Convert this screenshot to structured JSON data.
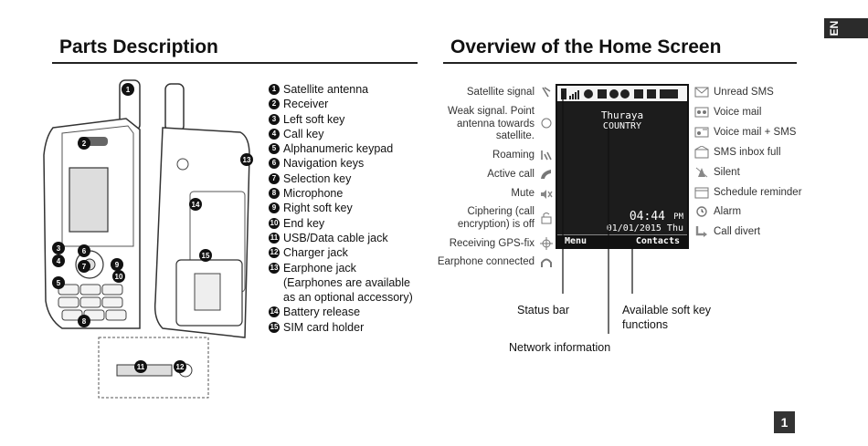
{
  "lang_tab": "EN",
  "left_section": {
    "title": "Parts Description",
    "parts": [
      {
        "num": "1",
        "label": "Satellite antenna"
      },
      {
        "num": "2",
        "label": "Receiver"
      },
      {
        "num": "3",
        "label": "Left soft key"
      },
      {
        "num": "4",
        "label": "Call key"
      },
      {
        "num": "5",
        "label": "Alphanumeric keypad"
      },
      {
        "num": "6",
        "label": "Navigation keys"
      },
      {
        "num": "7",
        "label": "Selection key"
      },
      {
        "num": "8",
        "label": "Microphone"
      },
      {
        "num": "9",
        "label": "Right soft key"
      },
      {
        "num": "10",
        "label": "End key"
      },
      {
        "num": "11",
        "label": "USB/Data cable jack"
      },
      {
        "num": "12",
        "label": "Charger jack"
      },
      {
        "num": "13",
        "label": "Earphone jack"
      },
      {
        "num": "",
        "label": "(Earphones are available"
      },
      {
        "num": "",
        "label": "as an optional accessory)"
      },
      {
        "num": "14",
        "label": "Battery release"
      },
      {
        "num": "15",
        "label": "SIM card holder"
      }
    ],
    "diagram_callouts": [
      "1",
      "2",
      "3",
      "4",
      "5",
      "6",
      "7",
      "8",
      "9",
      "10",
      "11",
      "12",
      "13",
      "14",
      "15"
    ]
  },
  "right_section": {
    "title": "Overview of the Home Screen",
    "left_labels": [
      {
        "text": "Satellite signal",
        "icon": "satellite-signal-icon"
      },
      {
        "text": "Weak signal. Point antenna towards satellite.",
        "icon": "weak-signal-icon"
      },
      {
        "text": "Roaming",
        "icon": "roaming-icon"
      },
      {
        "text": "Active call",
        "icon": "active-call-icon"
      },
      {
        "text": "Mute",
        "icon": "mute-icon"
      },
      {
        "text": "Ciphering (call encryption) is off",
        "icon": "ciphering-off-icon"
      },
      {
        "text": "Receiving GPS-fix",
        "icon": "gps-fix-icon"
      },
      {
        "text": "Earphone connected",
        "icon": "earphone-icon"
      }
    ],
    "right_labels": [
      {
        "text": "Unread SMS",
        "icon": "unread-sms-icon"
      },
      {
        "text": "Voice mail",
        "icon": "voice-mail-icon"
      },
      {
        "text": "Voice mail + SMS",
        "icon": "voice-mail-sms-icon"
      },
      {
        "text": "SMS inbox full",
        "icon": "sms-inbox-full-icon"
      },
      {
        "text": "Silent",
        "icon": "silent-icon"
      },
      {
        "text": "Schedule reminder",
        "icon": "schedule-reminder-icon"
      },
      {
        "text": "Alarm",
        "icon": "alarm-icon"
      },
      {
        "text": "Call divert",
        "icon": "call-divert-icon"
      }
    ],
    "screen": {
      "operator": "Thuraya",
      "country": "COUNTRY",
      "time": "04:44",
      "ampm": "PM",
      "date": "01/01/2015 Thu",
      "soft_left": "Menu",
      "soft_right": "Contacts"
    },
    "callouts": {
      "status_bar": "Status bar",
      "soft_keys": "Available soft key functions",
      "network_info": "Network information"
    }
  },
  "page_number": "1"
}
